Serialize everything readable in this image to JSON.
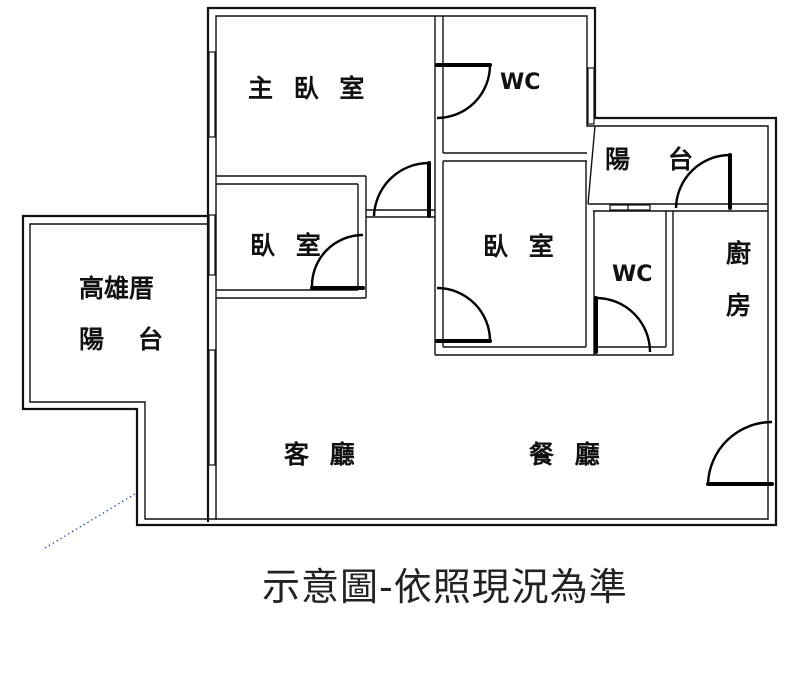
{
  "plan": {
    "rooms": {
      "master_bedroom": "主 臥 室",
      "wc_top": "WC",
      "balcony_small_1": "陽",
      "balcony_small_2": "台",
      "bedroom_left": "臥 室",
      "bedroom_center": "臥 室",
      "wc_middle": "WC",
      "kitchen_1": "廚",
      "kitchen_2": "房",
      "kaohsiung_balcony_1": "高雄厝",
      "kaohsiung_balcony_2a": "陽",
      "kaohsiung_balcony_2b": "台",
      "living_room": "客 廳",
      "dining_room": "餐 廳"
    },
    "colors": {
      "wall": "#111111",
      "background": "#ffffff",
      "dotted_line": "#1b3fb0"
    }
  },
  "caption": "示意圖-依照現況為準"
}
